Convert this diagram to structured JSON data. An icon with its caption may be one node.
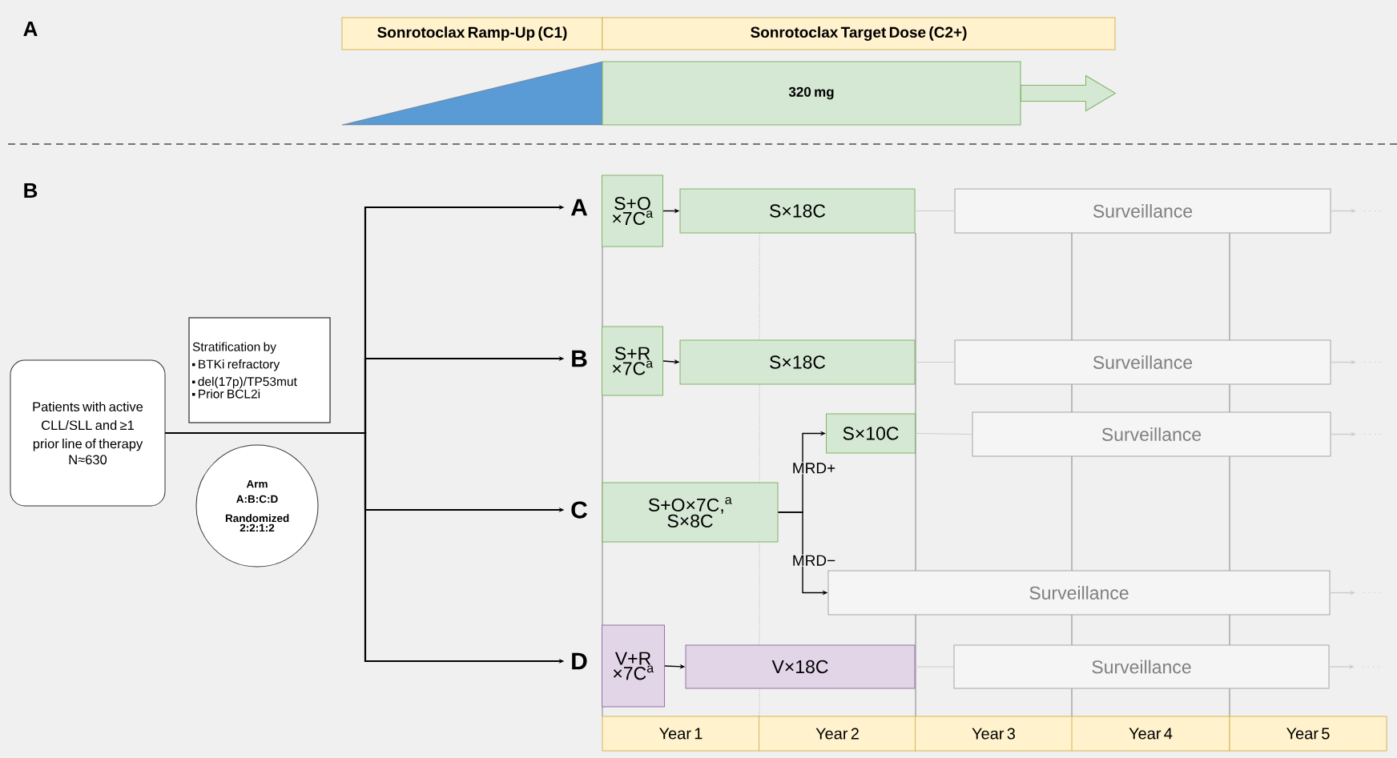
{
  "diagram": {
    "nodes": [
      {
        "text": [
          "Sonrotoclax Ramp-Up (C1)"
        ]
      },
      {
        "text": [
          "Sonrotoclax Target Dose (C2+)"
        ]
      },
      {
        "text": [],
        "shape": "triangle"
      },
      {
        "text": [
          "320 mg"
        ]
      },
      {
        "text": [
          "Patients with active CLL/SLL and ≥1 prior line of therapy",
          "N≈630"
        ]
      },
      {
        "text": [
          "Stratification by",
          "BTKi refractory",
          "del(17p)/TP53mut",
          "Prior BCL2i"
        ]
      },
      {
        "text": [
          "Arm A:B:C:D",
          "Randomized 2:2:1:2"
        ]
      },
      {
        "text": [
          "A"
        ]
      },
      {
        "text": [
          "S+O ×7C$^{a}$"
        ]
      },
      {
        "text": [
          "S×18C"
        ]
      },
      {
        "text": [
          "Surveillance"
        ]
      },
      {
        "text": [
          "B"
        ]
      },
      {
        "text": [
          "S+R ×7C$^{a}$"
        ]
      },
      {
        "text": [
          "S×18C"
        ]
      },
      {
        "text": [
          "Surveillance"
        ]
      },
      {
        "text": [
          "C"
        ]
      },
      {
        "text": [
          "S+O×7C,$^{a}$ S×8C"
        ]
      },
      {
        "text": [
          "S×10C"
        ]
      },
      {
        "text": [
          "Surveillance"
        ]
      },
      {
        "text": [
          "Surveillance"
        ]
      },
      {
        "text": [
          "D"
        ]
      },
      {
        "text": [
          "V+R ×7C$^{a}$"
        ]
      },
      {
        "text": [
          "V×18C"
        ]
      },
      {
        "text": [
          "Surveillance"
        ]
      },
      {
        "text": [
          "Year 1"
        ]
      },
      {
        "text": [
          "Year 2"
        ]
      },
      {
        "text": [
          "Year 3"
        ]
      },
      {
        "text": [
          "Year 4"
        ]
      },
      {
        "text": [
          "Year 5"
        ]
      }
    ],
    "edges": [
      {
        "from": 3,
        "to": null,
        "arrow": "to",
        "style": "thick",
        "color": "#d5e8d4"
      },
      {
        "from": 4,
        "to": 7,
        "arrow": "to"
      },
      {
        "from": 4,
        "to": 11,
        "arrow": "to"
      },
      {
        "from": 4,
        "to": 15,
        "arrow": "to"
      },
      {
        "from": 4,
        "to": 20,
        "arrow": "to"
      },
      {
        "from": 8,
        "to": 9,
        "arrow": "to"
      },
      {
        "from": 9,
        "to": 10,
        "arrow": "none",
        "color": "#cccccc"
      },
      {
        "from": 10,
        "to": null,
        "arrow": "to",
        "color": "#cccccc"
      },
      {
        "from": 12,
        "to": 13,
        "arrow": "to"
      },
      {
        "from": 13,
        "to": 14,
        "arrow": "none",
        "color": "#cccccc"
      },
      {
        "from": 14,
        "to": null,
        "arrow": "to",
        "color": "#cccccc"
      },
      {
        "from": 16,
        "to": 17,
        "arrow": "to",
        "label": "MRD+"
      },
      {
        "from": 16,
        "to": 19,
        "arrow": "to",
        "label": "MRD−"
      },
      {
        "from": 17,
        "to": 18,
        "arrow": "none",
        "color": "#cccccc"
      },
      {
        "from": 18,
        "to": null,
        "arrow": "to",
        "color": "#cccccc"
      },
      {
        "from": 19,
        "to": null,
        "arrow": "to",
        "color": "#cccccc"
      },
      {
        "from": 21,
        "to": 22,
        "arrow": "to"
      },
      {
        "from": 22,
        "to": 23,
        "arrow": "none",
        "color": "#cccccc"
      },
      {
        "from": 23,
        "to": null,
        "arrow": "to",
        "color": "#cccccc"
      }
    ],
    "labels": [
      "A",
      "B"
    ]
  }
}
